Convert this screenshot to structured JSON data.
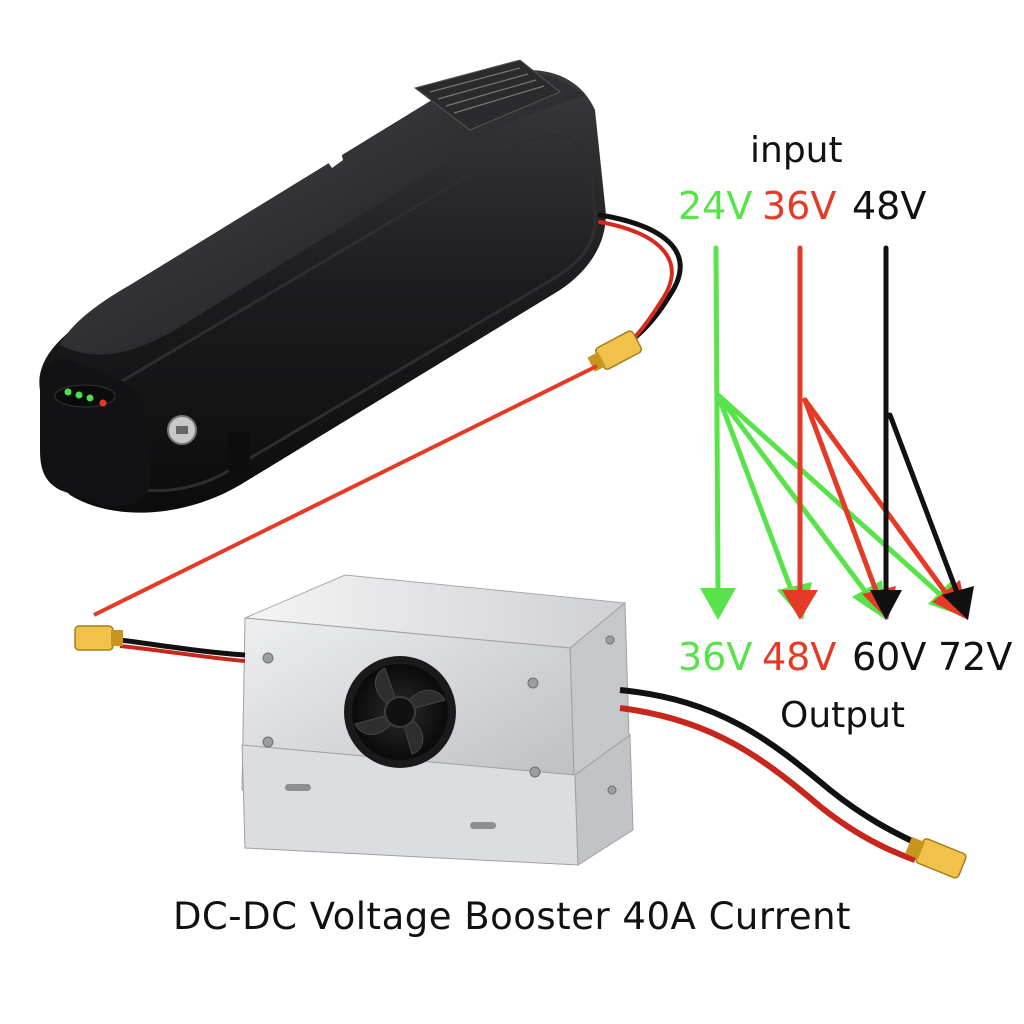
{
  "labels": {
    "input": "input",
    "output": "Output",
    "caption": "DC-DC Voltage Booster 40A Current"
  },
  "inputs": [
    {
      "text": "24V",
      "color": "#58e34a"
    },
    {
      "text": "36V",
      "color": "#e43a26"
    },
    {
      "text": "48V",
      "color": "#111111"
    }
  ],
  "outputs": [
    {
      "text": "36V",
      "color": "#58e34a"
    },
    {
      "text": "48V",
      "color": "#e43a26"
    },
    {
      "text": "60V",
      "color": "#111111"
    },
    {
      "text": "72V",
      "color": "#111111"
    }
  ],
  "colors": {
    "green": "#58e34a",
    "red": "#e43a26",
    "black": "#111111",
    "battery_body": "#1c1c1e",
    "aluminum": "#d9dadc",
    "connector": "#f0c24a"
  }
}
